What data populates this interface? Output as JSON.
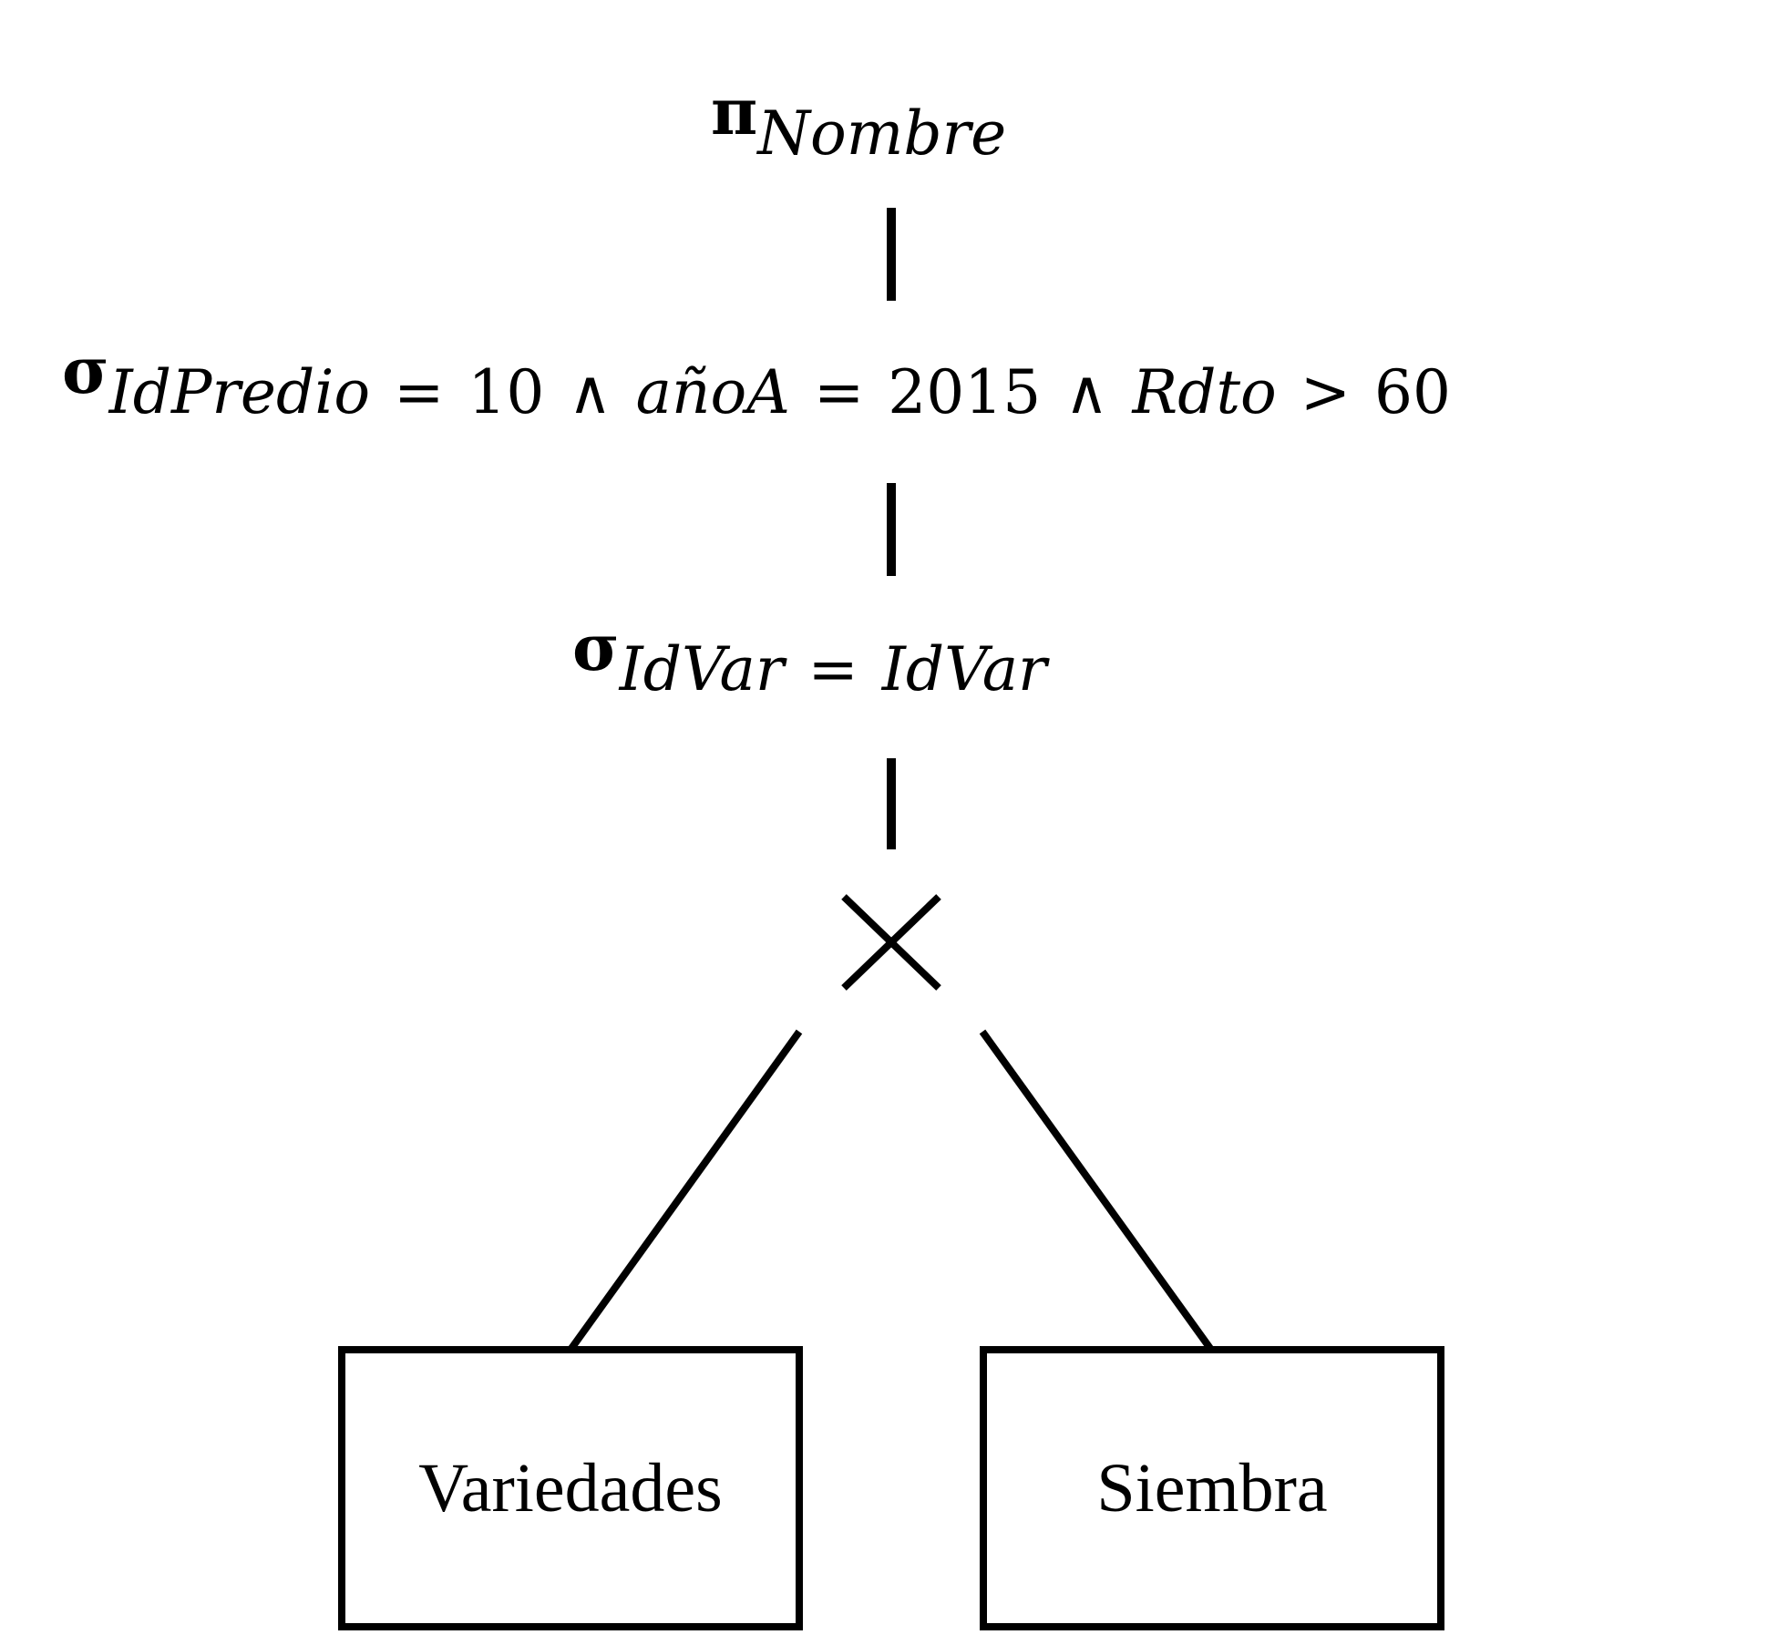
{
  "tree": {
    "projection": {
      "symbol": "π",
      "attribute": "Nombre"
    },
    "selection_filter": {
      "symbol": "σ",
      "cond1_attr": "IdPredio",
      "cond1_op": "=",
      "cond1_val": "10",
      "and1": "∧",
      "cond2_attr": "añoA",
      "cond2_op": "=",
      "cond2_val": "2015",
      "and2": "∧",
      "cond3_attr": "Rdto",
      "cond3_op": ">",
      "cond3_val": "60"
    },
    "selection_join": {
      "symbol": "σ",
      "left_attr": "IdVar",
      "op": "=",
      "right_attr": "IdVar"
    },
    "product": {
      "symbol": "×"
    },
    "relations": [
      {
        "name": "Variedades"
      },
      {
        "name": "Siembra"
      }
    ]
  }
}
